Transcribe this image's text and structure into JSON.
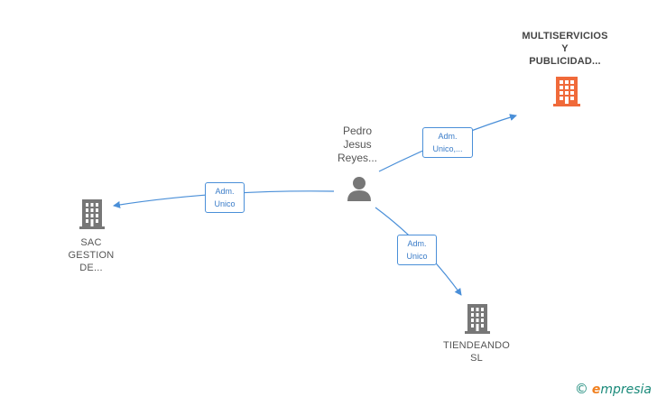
{
  "colors": {
    "edge": "#4a8fd8",
    "building": "#777777",
    "main_building": "#f06a3a",
    "person": "#777777"
  },
  "nodes": {
    "main": {
      "label": "MULTISERVICIOS\nY\nPUBLICIDAD...",
      "icon": "building-icon"
    },
    "person": {
      "label": "Pedro\nJesus\nReyes...",
      "icon": "person-icon"
    },
    "sac": {
      "label": "SAC\nGESTION\nDE...",
      "icon": "building-icon"
    },
    "tiendeando": {
      "label": "TIENDEANDO\nSL",
      "icon": "building-icon"
    }
  },
  "edges": {
    "to_main": {
      "label": "Adm.\nUnico,..."
    },
    "to_sac": {
      "label": "Adm.\nUnico"
    },
    "to_tiendeando": {
      "label": "Adm.\nUnico"
    }
  },
  "brand": {
    "copyright": "©",
    "name_first": "e",
    "name_rest": "mpresia"
  }
}
